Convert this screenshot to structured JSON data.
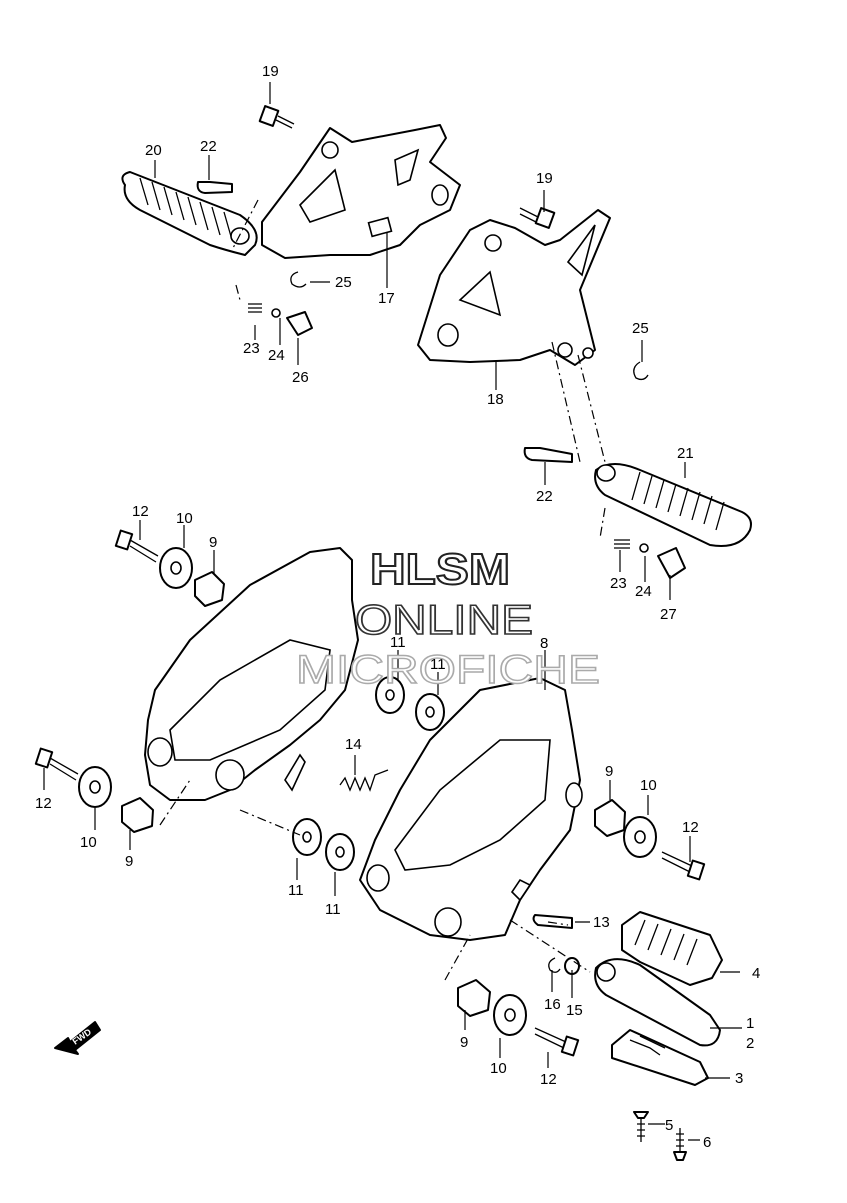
{
  "watermark": {
    "line1": "HLSM",
    "line2": "ONLINE",
    "line3": "MICROFICHE"
  },
  "direction_badge": "FWD",
  "callouts": [
    "19",
    "20",
    "22",
    "25",
    "17",
    "23",
    "24",
    "26",
    "19",
    "25",
    "18",
    "22",
    "21",
    "23",
    "24",
    "27",
    "12",
    "10",
    "9",
    "8",
    "11",
    "11",
    "14",
    "12",
    "10",
    "9",
    "9",
    "10",
    "12",
    "11",
    "11",
    "13",
    "4",
    "16",
    "15",
    "1",
    "2",
    "9",
    "10",
    "12",
    "3",
    "5",
    "6"
  ]
}
